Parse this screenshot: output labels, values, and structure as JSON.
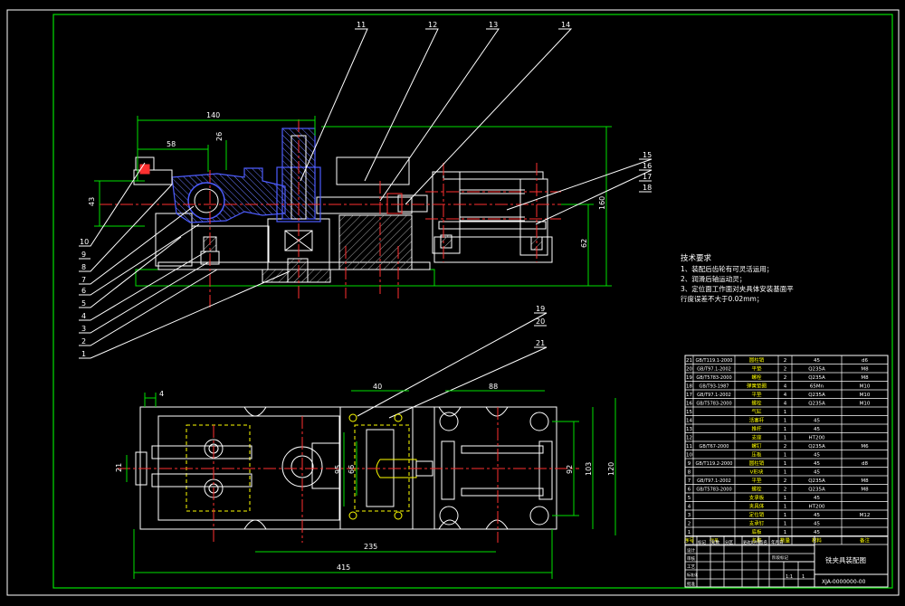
{
  "balloons_top": [
    "11",
    "12",
    "13",
    "14"
  ],
  "balloons_right": [
    "15",
    "16",
    "17",
    "18"
  ],
  "balloons_left": [
    "10",
    "9",
    "8",
    "7",
    "6",
    "5",
    "4",
    "3",
    "2",
    "1"
  ],
  "balloons_mid": [
    "19",
    "20",
    "21"
  ],
  "dims_top": {
    "d140": "140",
    "d58": "58",
    "d26": "26",
    "d43": "43",
    "d160": "160",
    "d62": "62"
  },
  "dims_bottom": {
    "d4": "4",
    "d40": "40",
    "d88": "88",
    "d21": "21",
    "d95": "95",
    "d66": "66",
    "d92": "92",
    "d103": "103",
    "d120": "120",
    "d235": "235",
    "d415": "415"
  },
  "notes": {
    "title": "技术要求",
    "line1": "1、装配后齿轮有可灵活运用；",
    "line2": "2、润滑后轴运动灵；",
    "line3": "3、定位面工作面对夹具体安装基面平",
    "line4": "行度误差不大于0.02mm；"
  },
  "bom": [
    [
      "21",
      "GB/T119.1-2000",
      "圆柱销",
      "2",
      "45",
      "d6"
    ],
    [
      "20",
      "GB/T97.1-2002",
      "平垫",
      "2",
      "Q235A",
      "M8"
    ],
    [
      "19",
      "GB/T5783-2000",
      "螺栓",
      "2",
      "Q235A",
      "M8"
    ],
    [
      "18",
      "GB/T93-1987",
      "弹簧垫圈",
      "4",
      "65Mn",
      "M10"
    ],
    [
      "17",
      "GB/T97.1-2002",
      "平垫",
      "4",
      "Q235A",
      "M10"
    ],
    [
      "16",
      "GB/T5783-2000",
      "螺栓",
      "4",
      "Q235A",
      "M10"
    ],
    [
      "15",
      "",
      "气缸",
      "1",
      "",
      ""
    ],
    [
      "14",
      "",
      "活塞杆",
      "1",
      "45",
      ""
    ],
    [
      "13",
      "",
      "推杆",
      "1",
      "45",
      ""
    ],
    [
      "12",
      "",
      "支座",
      "1",
      "HT200",
      ""
    ],
    [
      "11",
      "GB/T67-2000",
      "螺钉",
      "2",
      "Q235A",
      "M6"
    ],
    [
      "10",
      "",
      "压板",
      "1",
      "45",
      ""
    ],
    [
      "9",
      "GB/T119.2-2000",
      "圆柱销",
      "1",
      "45",
      "d8"
    ],
    [
      "8",
      "",
      "V形块",
      "1",
      "45",
      ""
    ],
    [
      "7",
      "GB/T97.1-2002",
      "平垫",
      "2",
      "Q235A",
      "M8"
    ],
    [
      "6",
      "GB/T5783-2000",
      "螺栓",
      "2",
      "Q235A",
      "M8"
    ],
    [
      "5",
      "",
      "支承板",
      "1",
      "45",
      ""
    ],
    [
      "4",
      "",
      "夹具体",
      "1",
      "HT200",
      ""
    ],
    [
      "3",
      "",
      "定位销",
      "1",
      "45",
      "M12"
    ],
    [
      "2",
      "",
      "支承钉",
      "1",
      "45",
      ""
    ],
    [
      "1",
      "",
      "底板",
      "1",
      "45",
      ""
    ]
  ],
  "bom_header": [
    "序号",
    "代号",
    "名称",
    "数量",
    "材料",
    "备注"
  ],
  "title_block": {
    "drawing_name": "铣夹具装配图",
    "drawing_number": "XJA-0000000-00",
    "col_labels": [
      "标记",
      "处数",
      "分区",
      "更改文件号",
      "签名",
      "年月日"
    ],
    "row_labels": [
      "设计",
      "审核",
      "工艺",
      "标准化",
      "批准"
    ],
    "stage_label": "阶段标记",
    "scale_value": "1:1",
    "sheet_value": "1"
  }
}
